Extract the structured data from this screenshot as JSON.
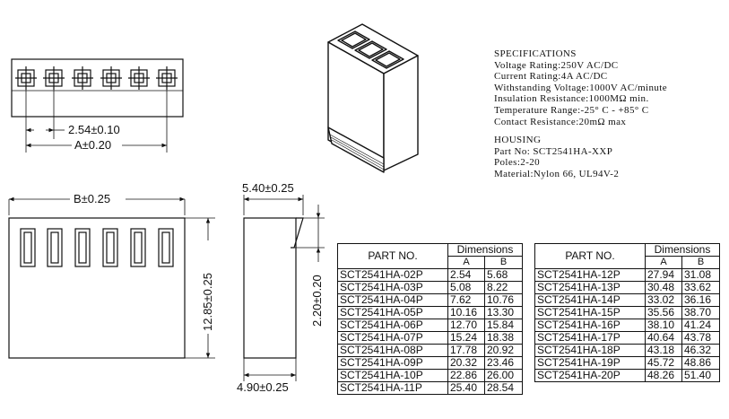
{
  "dimensions": {
    "pitch": "2.54±0.10",
    "dim_a": "A±0.20",
    "dim_b": "B±0.25",
    "height": "12.85±0.25",
    "side_width_top": "5.40±0.25",
    "side_width_bottom": "4.90±0.25",
    "latch": "2.20±0.20"
  },
  "specifications": {
    "heading": "SPECIFICATIONS",
    "lines": [
      "Voltage Rating:250V AC/DC",
      "Current Rating:4A AC/DC",
      "Withstanding Voltage:1000V AC/minute",
      "Insulation Resistance:1000MΩ min.",
      "Temperature Range:-25° C - +85° C",
      "Contact Resistance:20mΩ max"
    ]
  },
  "housing": {
    "heading": "HOUSING",
    "lines": [
      "Part No: SCT2541HA-XXP",
      "Poles:2-20",
      "Material:Nylon 66, UL94V-2"
    ]
  },
  "tables": {
    "header_part": "PART NO.",
    "header_dimensions": "Dimensions",
    "header_a": "A",
    "header_b": "B",
    "left_rows": [
      {
        "part": "SCT2541HA-02P",
        "a": "2.54",
        "b": "5.68"
      },
      {
        "part": "SCT2541HA-03P",
        "a": "5.08",
        "b": "8.22"
      },
      {
        "part": "SCT2541HA-04P",
        "a": "7.62",
        "b": "10.76"
      },
      {
        "part": "SCT2541HA-05P",
        "a": "10.16",
        "b": "13.30"
      },
      {
        "part": "SCT2541HA-06P",
        "a": "12.70",
        "b": "15.84"
      },
      {
        "part": "SCT2541HA-07P",
        "a": "15.24",
        "b": "18.38"
      },
      {
        "part": "SCT2541HA-08P",
        "a": "17.78",
        "b": "20.92"
      },
      {
        "part": "SCT2541HA-09P",
        "a": "20.32",
        "b": "23.46"
      },
      {
        "part": "SCT2541HA-10P",
        "a": "22.86",
        "b": "26.00"
      },
      {
        "part": "SCT2541HA-11P",
        "a": "25.40",
        "b": "28.54"
      }
    ],
    "right_rows": [
      {
        "part": "SCT2541HA-12P",
        "a": "27.94",
        "b": "31.08"
      },
      {
        "part": "SCT2541HA-13P",
        "a": "30.48",
        "b": "33.62"
      },
      {
        "part": "SCT2541HA-14P",
        "a": "33.02",
        "b": "36.16"
      },
      {
        "part": "SCT2541HA-15P",
        "a": "35.56",
        "b": "38.70"
      },
      {
        "part": "SCT2541HA-16P",
        "a": "38.10",
        "b": "41.24"
      },
      {
        "part": "SCT2541HA-17P",
        "a": "40.64",
        "b": "43.78"
      },
      {
        "part": "SCT2541HA-18P",
        "a": "43.18",
        "b": "46.32"
      },
      {
        "part": "SCT2541HA-19P",
        "a": "45.72",
        "b": "48.86"
      },
      {
        "part": "SCT2541HA-20P",
        "a": "48.26",
        "b": "51.40"
      }
    ]
  }
}
